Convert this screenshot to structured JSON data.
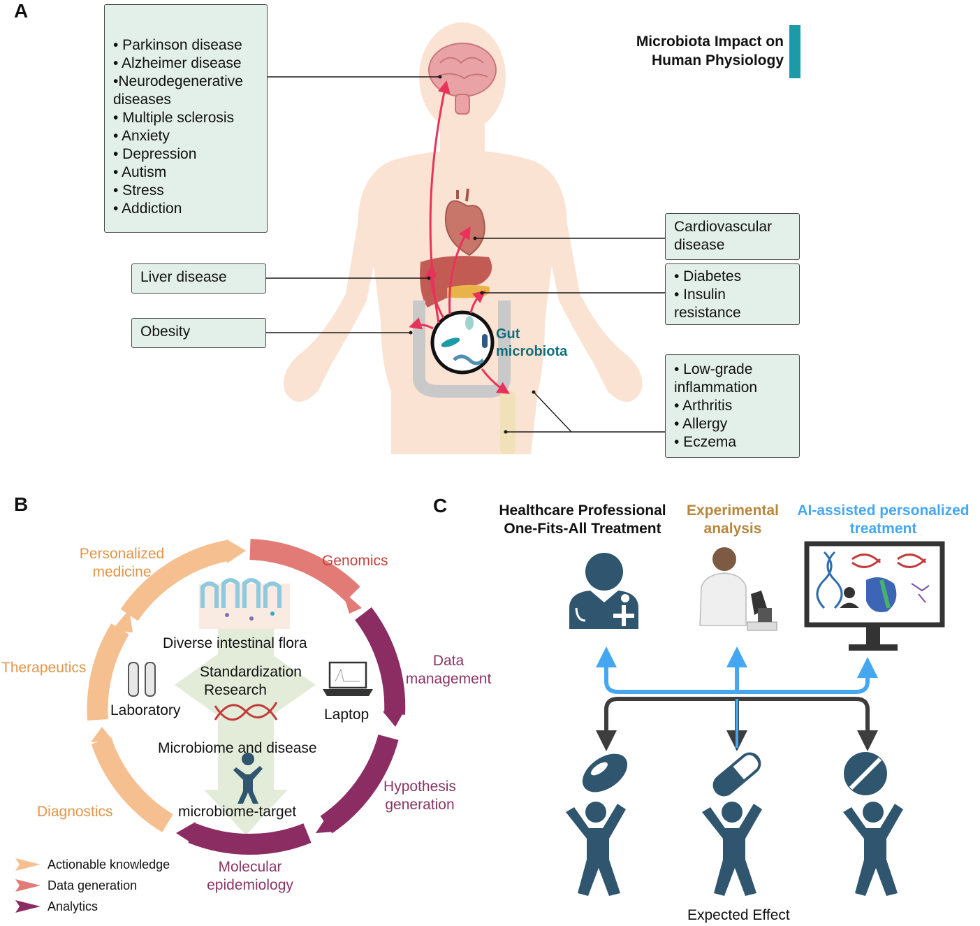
{
  "panels": {
    "a": "A",
    "b": "B",
    "c": "C"
  },
  "panel_a": {
    "title_line1": "Microbiota Impact on",
    "title_line2": "Human Physiology",
    "gut_line1": "Gut",
    "gut_line2": "microbiota",
    "neuro_list": [
      "• Parkinson disease",
      "• Alzheimer disease",
      "•Neurodegenerative",
      "diseases",
      "• Multiple sclerosis",
      "• Anxiety",
      "• Depression",
      "• Autism",
      "• Stress",
      "• Addiction"
    ],
    "liver": "Liver disease",
    "obesity": "Obesity",
    "cardio_line1": "Cardiovascular",
    "cardio_line2": "disease",
    "diabetes_list": [
      "• Diabetes",
      "• Insulin",
      "resistance"
    ],
    "inflammation_list": [
      "• Low-grade",
      "inflammation",
      "• Arthritis",
      "• Allergy",
      "• Eczema"
    ],
    "colors": {
      "box_fill": "#e3efe9",
      "arrow": "#e8325a",
      "accent": "#1b9aa8",
      "gut_text": "#0f6e7a"
    }
  },
  "panel_b": {
    "personalized_line1": "Personalized",
    "personalized_line2": "medicine",
    "genomics": "Genomics",
    "data_line1": "Data",
    "data_line2": "management",
    "therapeutics": "Therapeutics",
    "hypothesis_line1": "Hypothesis",
    "hypothesis_line2": "generation",
    "diagnostics": "Diagnostics",
    "molecular_line1": "Molecular",
    "molecular_line2": "epidemiology",
    "diverse": "Diverse intestinal flora",
    "standardization": "Standardization",
    "research": "Research",
    "laboratory": "Laboratory",
    "laptop": "Laptop",
    "microbiome_disease": "Microbiome and disease",
    "microbiome_target": "microbiome-target",
    "legend": [
      "Actionable knowledge",
      "Data generation",
      "Analytics"
    ],
    "colors": {
      "actionable": "#f6bf8f",
      "data_generation": "#e27b76",
      "analytics": "#8b2d63"
    }
  },
  "panel_c": {
    "head1_line1": "Healthcare Professional",
    "head1_line2": "One-Fits-All Treatment",
    "head2_line1": "Experimental",
    "head2_line2": "analysis",
    "head3_line1": "AI-assisted personalized",
    "head3_line2": "treatment",
    "expected": "Expected Effect",
    "icons": [
      "doctor-icon",
      "scientist-microscope-icon",
      "computer-monitor-icon",
      "oval-pill-icon",
      "capsule-icon",
      "round-tablet-icon",
      "person-cheering-icon"
    ],
    "colors": {
      "icon": "#2f566e",
      "blue_arrow": "#45a7ef",
      "dark_arrow": "#3d3d3d"
    }
  }
}
